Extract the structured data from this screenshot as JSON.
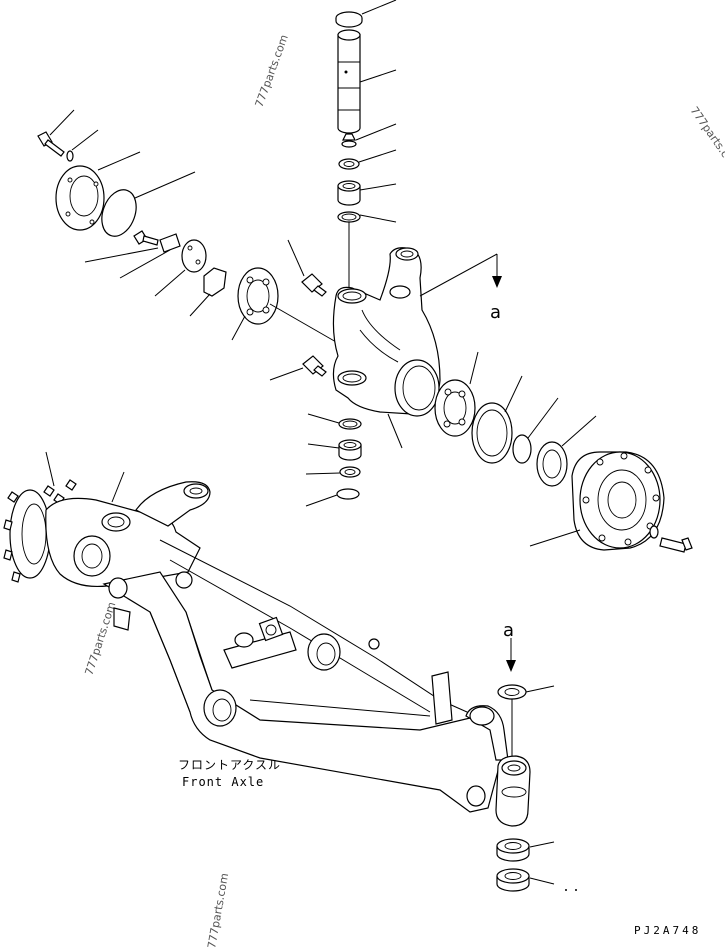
{
  "labels": {
    "assembly_jp": "フロントアクスル",
    "assembly_en": "Front Axle",
    "drawing_code": "PJ2A748",
    "detail_ref_top": "a",
    "detail_ref_bottom": "a"
  },
  "watermarks": [
    "777parts.com",
    "777parts.com",
    "777parts.com",
    "777parts.com"
  ]
}
